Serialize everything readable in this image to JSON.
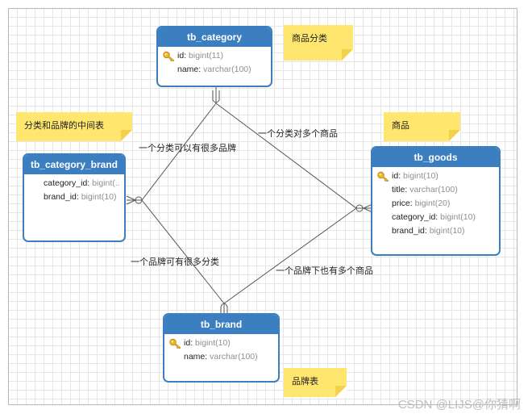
{
  "tables": {
    "category": {
      "title": "tb_category",
      "columns": [
        {
          "name": "id",
          "type": "bigint(11)",
          "key": true
        },
        {
          "name": "name",
          "type": "varchar(100)",
          "key": false
        }
      ]
    },
    "category_brand": {
      "title": "tb_category_brand",
      "columns": [
        {
          "name": "category_id",
          "type": "bigint(...",
          "key": false
        },
        {
          "name": "brand_id",
          "type": "bigint(10)",
          "key": false
        }
      ]
    },
    "goods": {
      "title": "tb_goods",
      "columns": [
        {
          "name": "id",
          "type": "bigint(10)",
          "key": true
        },
        {
          "name": "title",
          "type": "varchar(100)",
          "key": false
        },
        {
          "name": "price",
          "type": "bigint(20)",
          "key": false
        },
        {
          "name": "category_id",
          "type": "bigint(10)",
          "key": false
        },
        {
          "name": "brand_id",
          "type": "bigint(10)",
          "key": false
        }
      ]
    },
    "brand": {
      "title": "tb_brand",
      "columns": [
        {
          "name": "id",
          "type": "bigint(10)",
          "key": true
        },
        {
          "name": "name",
          "type": "varchar(100)",
          "key": false
        }
      ]
    }
  },
  "notes": {
    "category": "商品分类",
    "category_brand": "分类和品牌的中间表",
    "goods": "商品",
    "brand": "品牌表"
  },
  "relations": {
    "category_to_category_brand": "一个分类可以有很多品牌",
    "category_to_goods": "一个分类对多个商品",
    "brand_to_category_brand": "一个品牌可有很多分类",
    "brand_to_goods": "一个品牌下也有多个商品"
  },
  "watermark": "CSDN @LIJS@你猜啊",
  "colors": {
    "table_header": "#3b7fc1",
    "note": "#ffe66e",
    "line": "#555555"
  }
}
